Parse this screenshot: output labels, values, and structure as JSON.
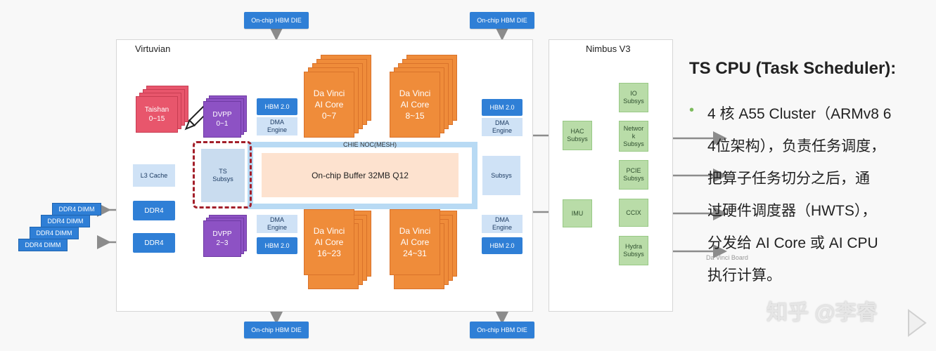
{
  "diagram": {
    "hbm_die_label": "On-chip HBM DIE",
    "virtuvian": {
      "title": "Virtuvian",
      "taishan": "Taishan\n0~15",
      "dvpp_top": "DVPP\n0~1",
      "dvpp_bottom": "DVPP\n2~3",
      "l3_cache": "L3 Cache",
      "ts_subsys": "TS\nSubsys",
      "ddr_top": "DDR4",
      "ddr_bottom": "DDR4",
      "noc_label": "CHIE NOC(MESH)",
      "buffer_label": "On-chip Buffer 32MB Q12",
      "subsys_label": "Subsys",
      "hbm": "HBM 2.0",
      "dma": "DMA\nEngine",
      "cores": [
        "Da Vinci\nAI Core\n0~7",
        "Da Vinci\nAI Core\n8~15",
        "Da Vinci\nAI Core\n16~23",
        "Da Vinci\nAI Core\n24~31"
      ]
    },
    "dimm_label": "DDR4 DIMM",
    "nimbus": {
      "title": "Nimbus V3",
      "hac": "HAC\nSubsys",
      "imu": "IMU",
      "io": "IO\nSubsys",
      "network": "Networ\nk\nSubsys",
      "pcie": "PCIE\nSubsys",
      "ccix": "CCIX",
      "hydra": "Hydra\nSubsys"
    },
    "ghost_text": "Da Vinci Board"
  },
  "side": {
    "title": "TS CPU (Task Scheduler):",
    "lines": [
      "4 核 A55 Cluster（ARMv8 6",
      "4位架构），负责任务调度，",
      "把算子任务切分之后，通",
      "过硬件调度器（HWTS），",
      "分发给 AI Core 或 AI CPU",
      "执行计算。"
    ]
  },
  "watermark": "知乎 @李睿"
}
